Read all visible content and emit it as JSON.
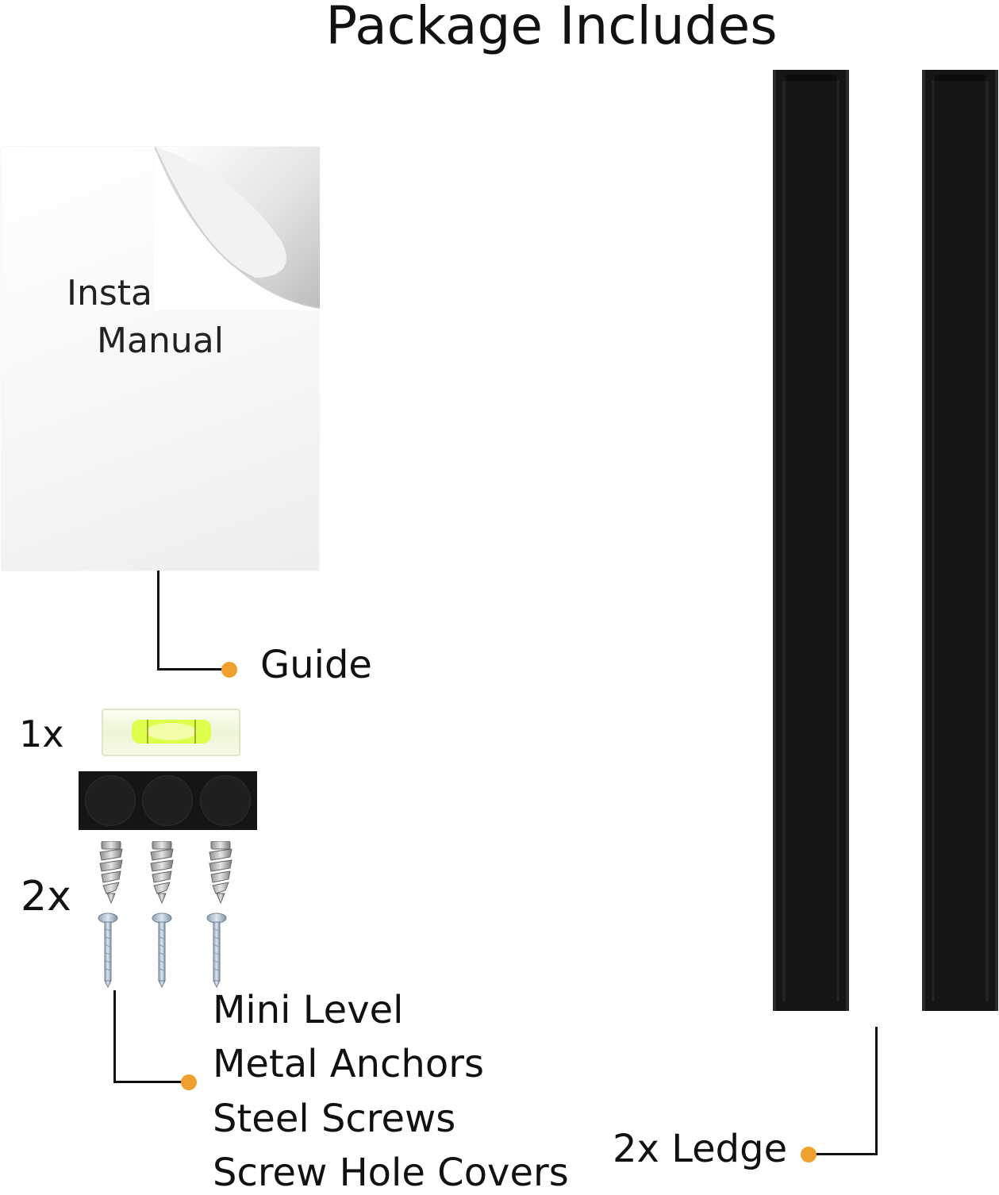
{
  "title": "Package Includes",
  "manual": {
    "line1": "Installat",
    "line2": "Manual"
  },
  "labels": {
    "guide": "Guide",
    "qty_level": "1x",
    "qty_hardware": "2x",
    "items": [
      "Mini Level",
      "Metal Anchors",
      "Steel Screws",
      "Screw Hole Covers"
    ],
    "ledge": "2x Ledge"
  },
  "colors": {
    "accent_dot": "#f0a030",
    "rail": "#151515",
    "line": "#111111"
  },
  "icons": [
    "level-icon",
    "anchor-icon",
    "screw-icon",
    "cover-icon"
  ]
}
